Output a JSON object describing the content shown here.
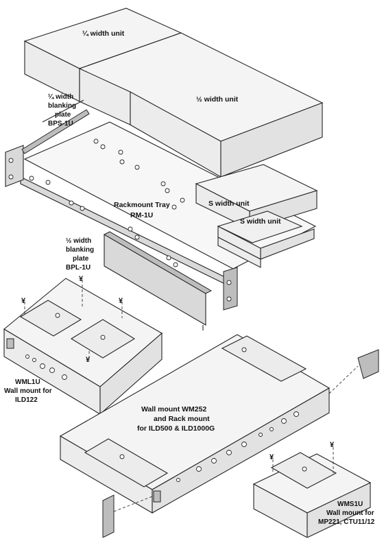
{
  "labels": {
    "quarter_unit": "¼ width unit",
    "half_unit": "½ width unit",
    "blank_quarter_1": "¼ width",
    "blank_quarter_2": "blanking",
    "blank_quarter_3": "plate",
    "blank_quarter_4": "BPS-1U",
    "tray_1": "Rackmount Tray",
    "tray_2": "RM-1U",
    "s_unit_top": "S width unit",
    "s_unit_bottom": "S width unit",
    "blank_half_1": "½ width",
    "blank_half_2": "blanking",
    "blank_half_3": "plate",
    "blank_half_4": "BPL-1U",
    "wml_1": "WML1U",
    "wml_2": "Wall mount for",
    "wml_3": "ILD122",
    "wm252_1": "Wall mount WM252",
    "wm252_2": "and Rack mount",
    "wm252_3": "for ILD500 & ILD1000G",
    "wms_1": "WMS1U",
    "wms_2": "Wall mount for",
    "wms_3": "MP221, CTU11/12"
  }
}
